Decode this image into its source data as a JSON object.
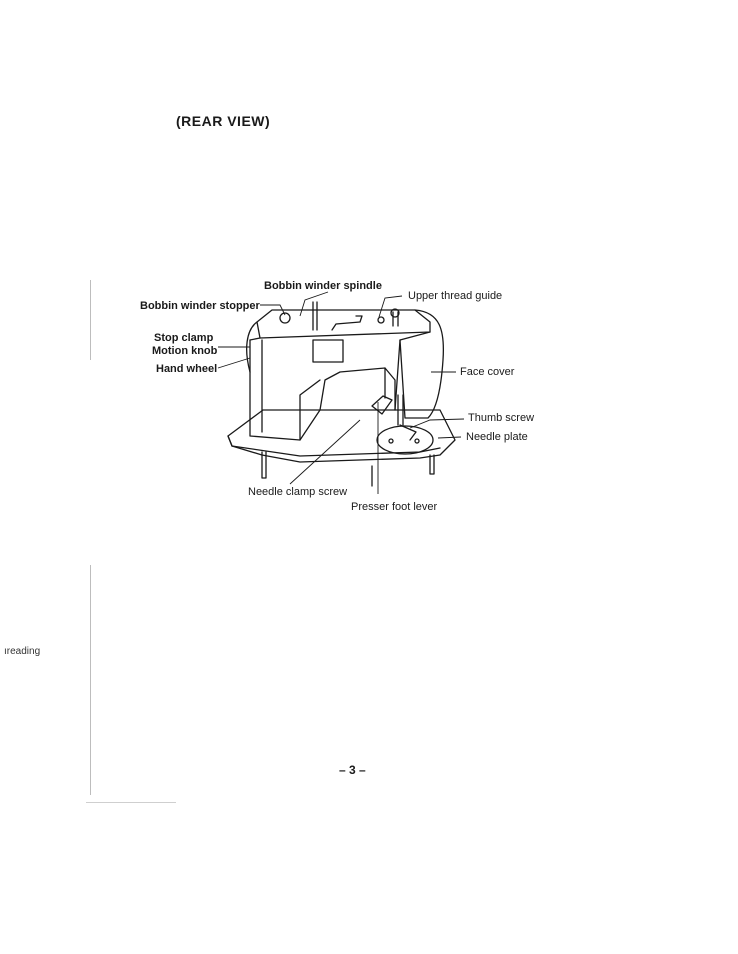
{
  "heading": "(REAR VIEW)",
  "labels": {
    "bobbin_winder_spindle": "Bobbin winder spindle",
    "bobbin_winder_stopper": "Bobbin winder stopper",
    "upper_thread_guide": "Upper thread guide",
    "stop_clamp": "Stop clamp",
    "motion_knob": "Motion knob",
    "hand_wheel": "Hand wheel",
    "face_cover": "Face cover",
    "thumb_screw": "Thumb screw",
    "needle_plate": "Needle plate",
    "needle_clamp_screw": "Needle clamp screw",
    "presser_foot_lever": "Presser foot lever"
  },
  "margin_text": "ıreading",
  "page_number": "– 3 –"
}
